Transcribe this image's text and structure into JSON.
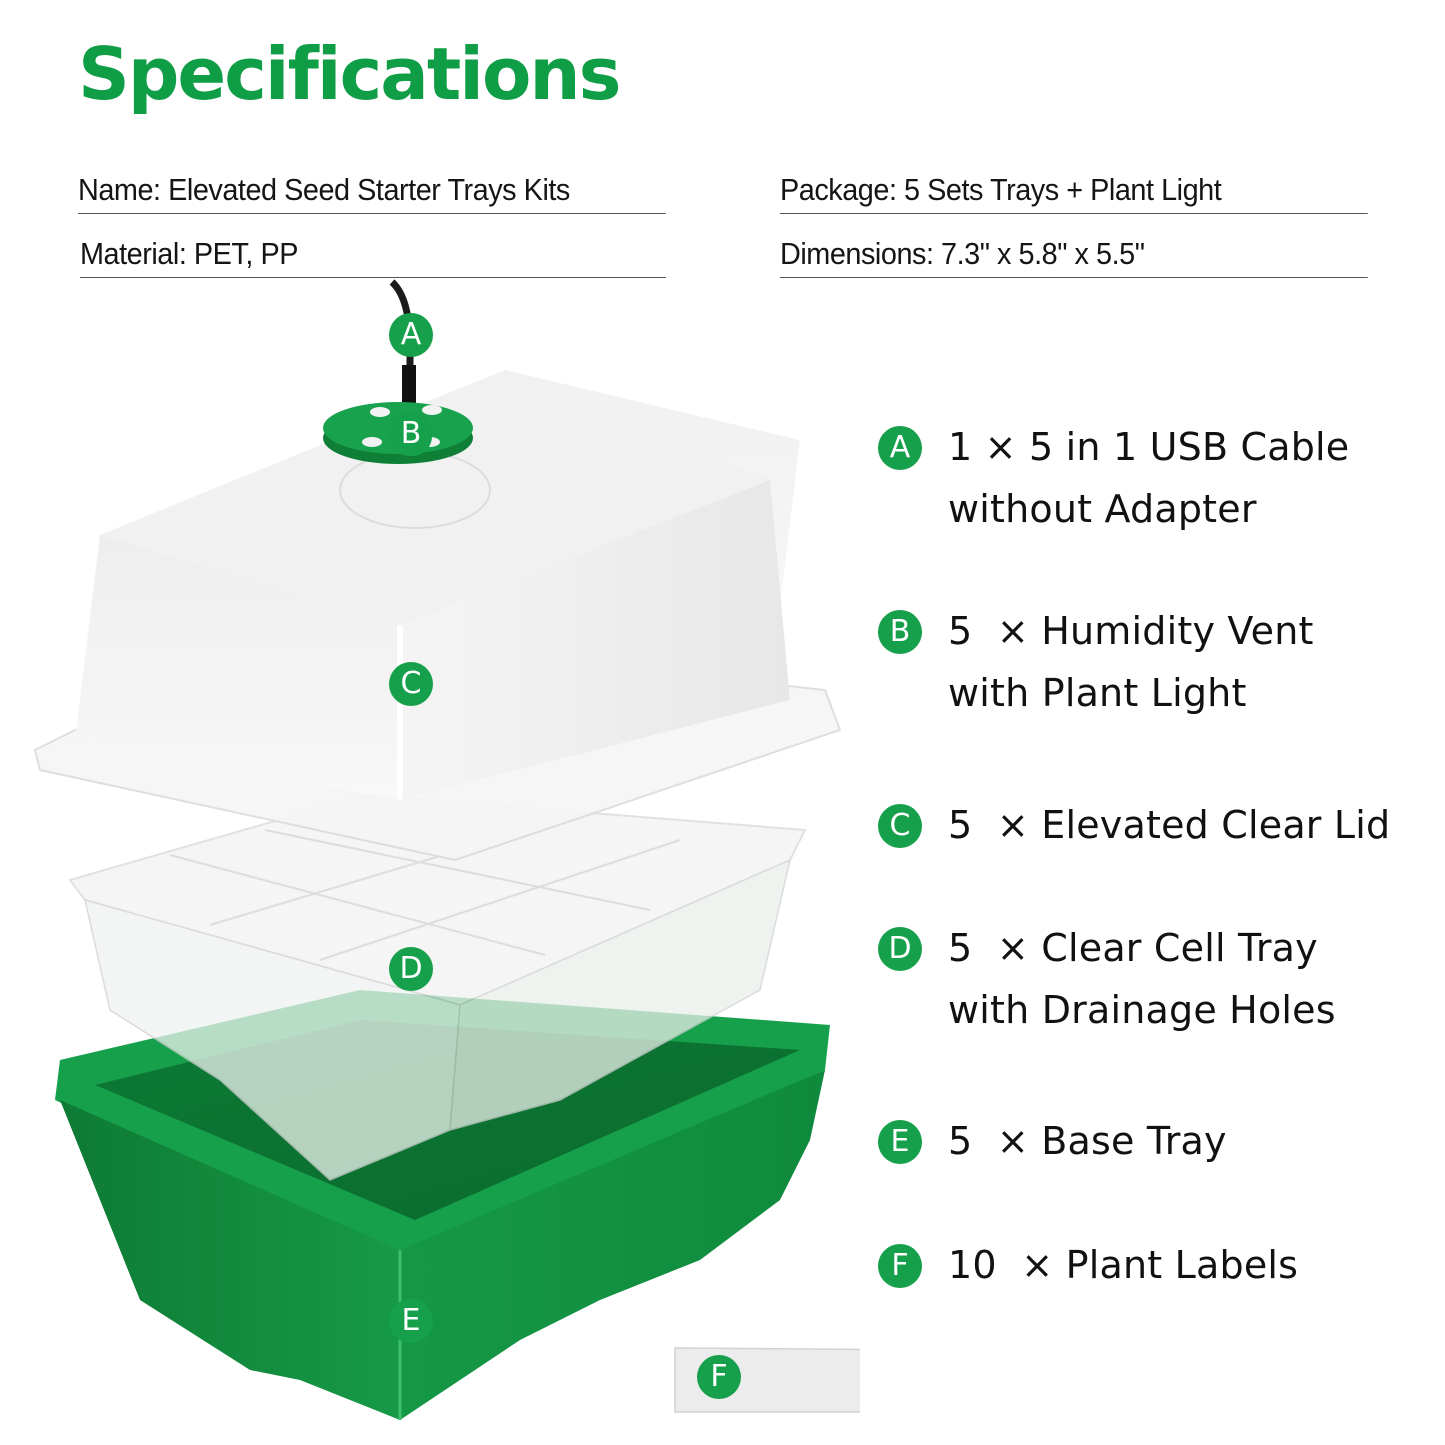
{
  "title": "Specifications",
  "specs": {
    "name": "Name: Elevated Seed Starter Trays Kits",
    "material": "Material: PET, PP",
    "package": "Package: 5 Sets Trays + Plant Light",
    "dimensions": "Dimensions: 7.3\" x 5.8\" x 5.5\""
  },
  "colors": {
    "brand_green": "#0f9d46",
    "badge_green": "#16a04b",
    "tray_green": "#13883c"
  },
  "components": [
    {
      "letter": "A",
      "line1": "1 × 5 in 1 USB Cable",
      "line2": "without Adapter"
    },
    {
      "letter": "B",
      "line1": "5  × Humidity Vent",
      "line2": "with Plant Light"
    },
    {
      "letter": "C",
      "line1": "5  × Elevated Clear Lid",
      "line2": ""
    },
    {
      "letter": "D",
      "line1": "5  × Clear Cell Tray",
      "line2": "with Drainage Holes"
    },
    {
      "letter": "E",
      "line1": "5  × Base Tray",
      "line2": ""
    },
    {
      "letter": "F",
      "line1": "10  × Plant Labels",
      "line2": ""
    }
  ],
  "illustration_labels": {
    "a": "A",
    "b": "B",
    "c": "C",
    "d": "D",
    "e": "E",
    "f": "F"
  }
}
